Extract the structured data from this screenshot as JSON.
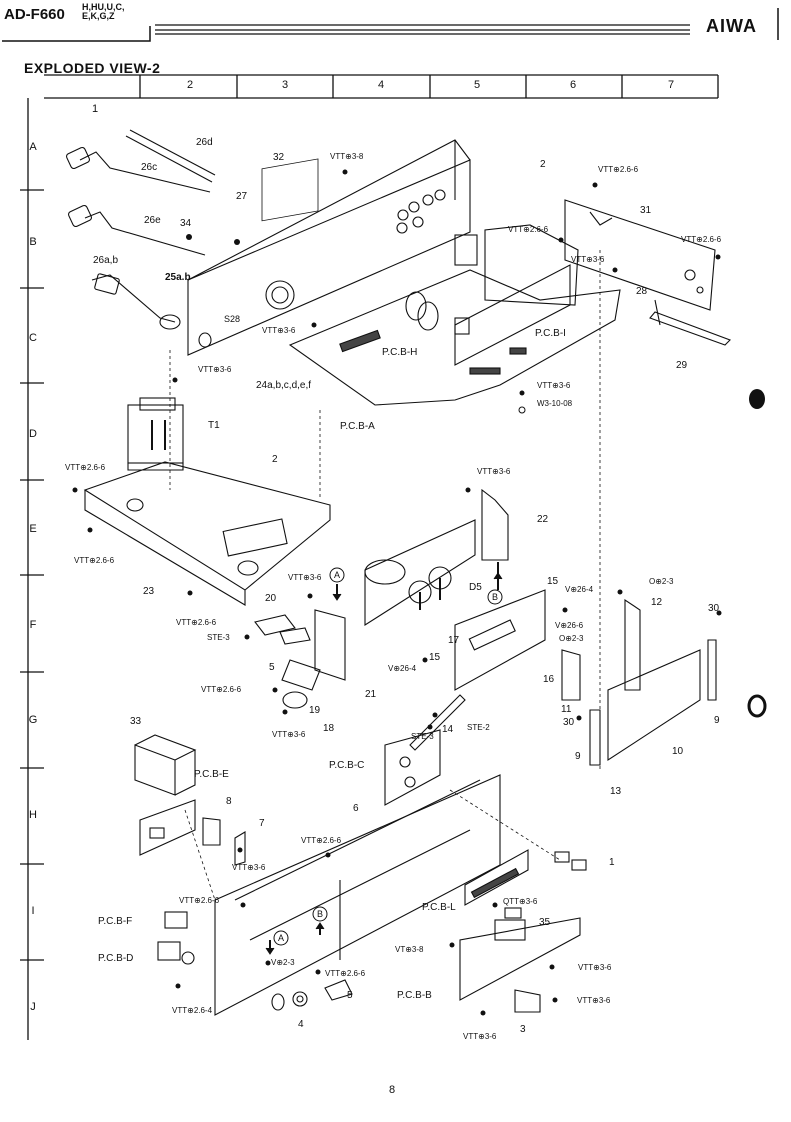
{
  "header": {
    "model": "AD-F660",
    "variants_line1": "H,HU,U,C,",
    "variants_line2": "E,K,G,Z",
    "brand": "AIWA"
  },
  "title": "EXPLODED VIEW-2",
  "page_number": "8",
  "grid": {
    "columns": [
      "1",
      "2",
      "3",
      "4",
      "5",
      "6",
      "7"
    ],
    "rows": [
      "A",
      "B",
      "C",
      "D",
      "E",
      "F",
      "G",
      "H",
      "I",
      "J"
    ]
  },
  "parts": {
    "p26d": "26d",
    "p26c": "26c",
    "p26e": "26e",
    "p26ab": "26a,b",
    "p25ab": "25a.b",
    "p34": "34",
    "p27": "27",
    "p32": "32",
    "s28": "S28",
    "vtt38_top": "VTT⊕3-8",
    "p2_top": "2",
    "vtt26_6_top": "VTT⊕2.6-6",
    "p31": "31",
    "vtt26_6_a": "VTT⊕2.6-6",
    "vtt26_6_b": "VTT⊕2.6-6",
    "vtt36_a": "VTT⊕3-6",
    "p28": "28",
    "pcb_i": "P.C.B-I",
    "p29": "29",
    "vtt36_b": "VTT⊕3-6",
    "pcb_h": "P.C.B-H",
    "p24": "24a,b,c,d,e,f",
    "vtt36_c": "VTT⊕3-6",
    "vtt36_d": "VTT⊕3-6",
    "w3": "W3-10-08",
    "pcb_a": "P.C.B-A",
    "t1": "T1",
    "vtt26_6_c": "VTT⊕2.6-6",
    "p2_mid": "2",
    "vtt26_6_d": "VTT⊕2.6-6",
    "p23": "23",
    "vtt26_6_e": "VTT⊕2.6-6",
    "vtt36_e": "VTT⊕3-6",
    "p22": "22",
    "vtt36_f": "VTT⊕3-6",
    "callout_a": "A",
    "callout_b": "B",
    "d5": "D5",
    "p15a": "15",
    "v26_4a": "V⊕26-4",
    "v26_6": "V⊕26-6",
    "o2_3a": "O⊕2-3",
    "p12": "12",
    "o2_3b": "O⊕2-3",
    "p30a": "30",
    "p20": "20",
    "ste3a": "STE-3",
    "p17": "17",
    "p15b": "15",
    "v26_4b": "V⊕26-4",
    "p5a": "5",
    "p21": "21",
    "p16": "16",
    "vtt26_6_f": "VTT⊕2.6-6",
    "p11": "11",
    "p30b": "30",
    "p9a": "9",
    "p19": "19",
    "p18": "18",
    "vtt36_g": "VTT⊕3-6",
    "p14": "14",
    "ste3b": "STE-3",
    "ste2": "STE-2",
    "p9b": "9",
    "p10": "10",
    "p33": "33",
    "pcb_c": "P.C.B-C",
    "pcb_e": "P.C.B-E",
    "p13": "13",
    "p8": "8",
    "p7": "7",
    "vtt36_h": "VTT⊕3-6",
    "p6": "6",
    "vtt26_6_g": "VTT⊕2.6-6",
    "p1": "1",
    "vtt26_6_h": "VTT⊕2.6-6",
    "pcb_f": "P.C.B-F",
    "qtt36": "QTT⊕3-6",
    "pcb_l": "P.C.B-L",
    "p35": "35",
    "vt38": "VT⊕3-8",
    "pcb_d": "P.C.B-D",
    "o2_3c": "V⊕2-3",
    "vtt26_6_i": "VTT⊕2.6-6",
    "vtt36_i": "VTT⊕3-6",
    "p5b": "5",
    "pcb_b": "P.C.B-B",
    "vtt26_4": "VTT⊕2.6-4",
    "p4": "4",
    "vtt36_j": "VTT⊕3-6",
    "p3": "3",
    "vtt36_k": "VTT⊕3-6"
  },
  "colors": {
    "ink": "#111111",
    "paper": "#ffffff",
    "shade": "#444444"
  }
}
